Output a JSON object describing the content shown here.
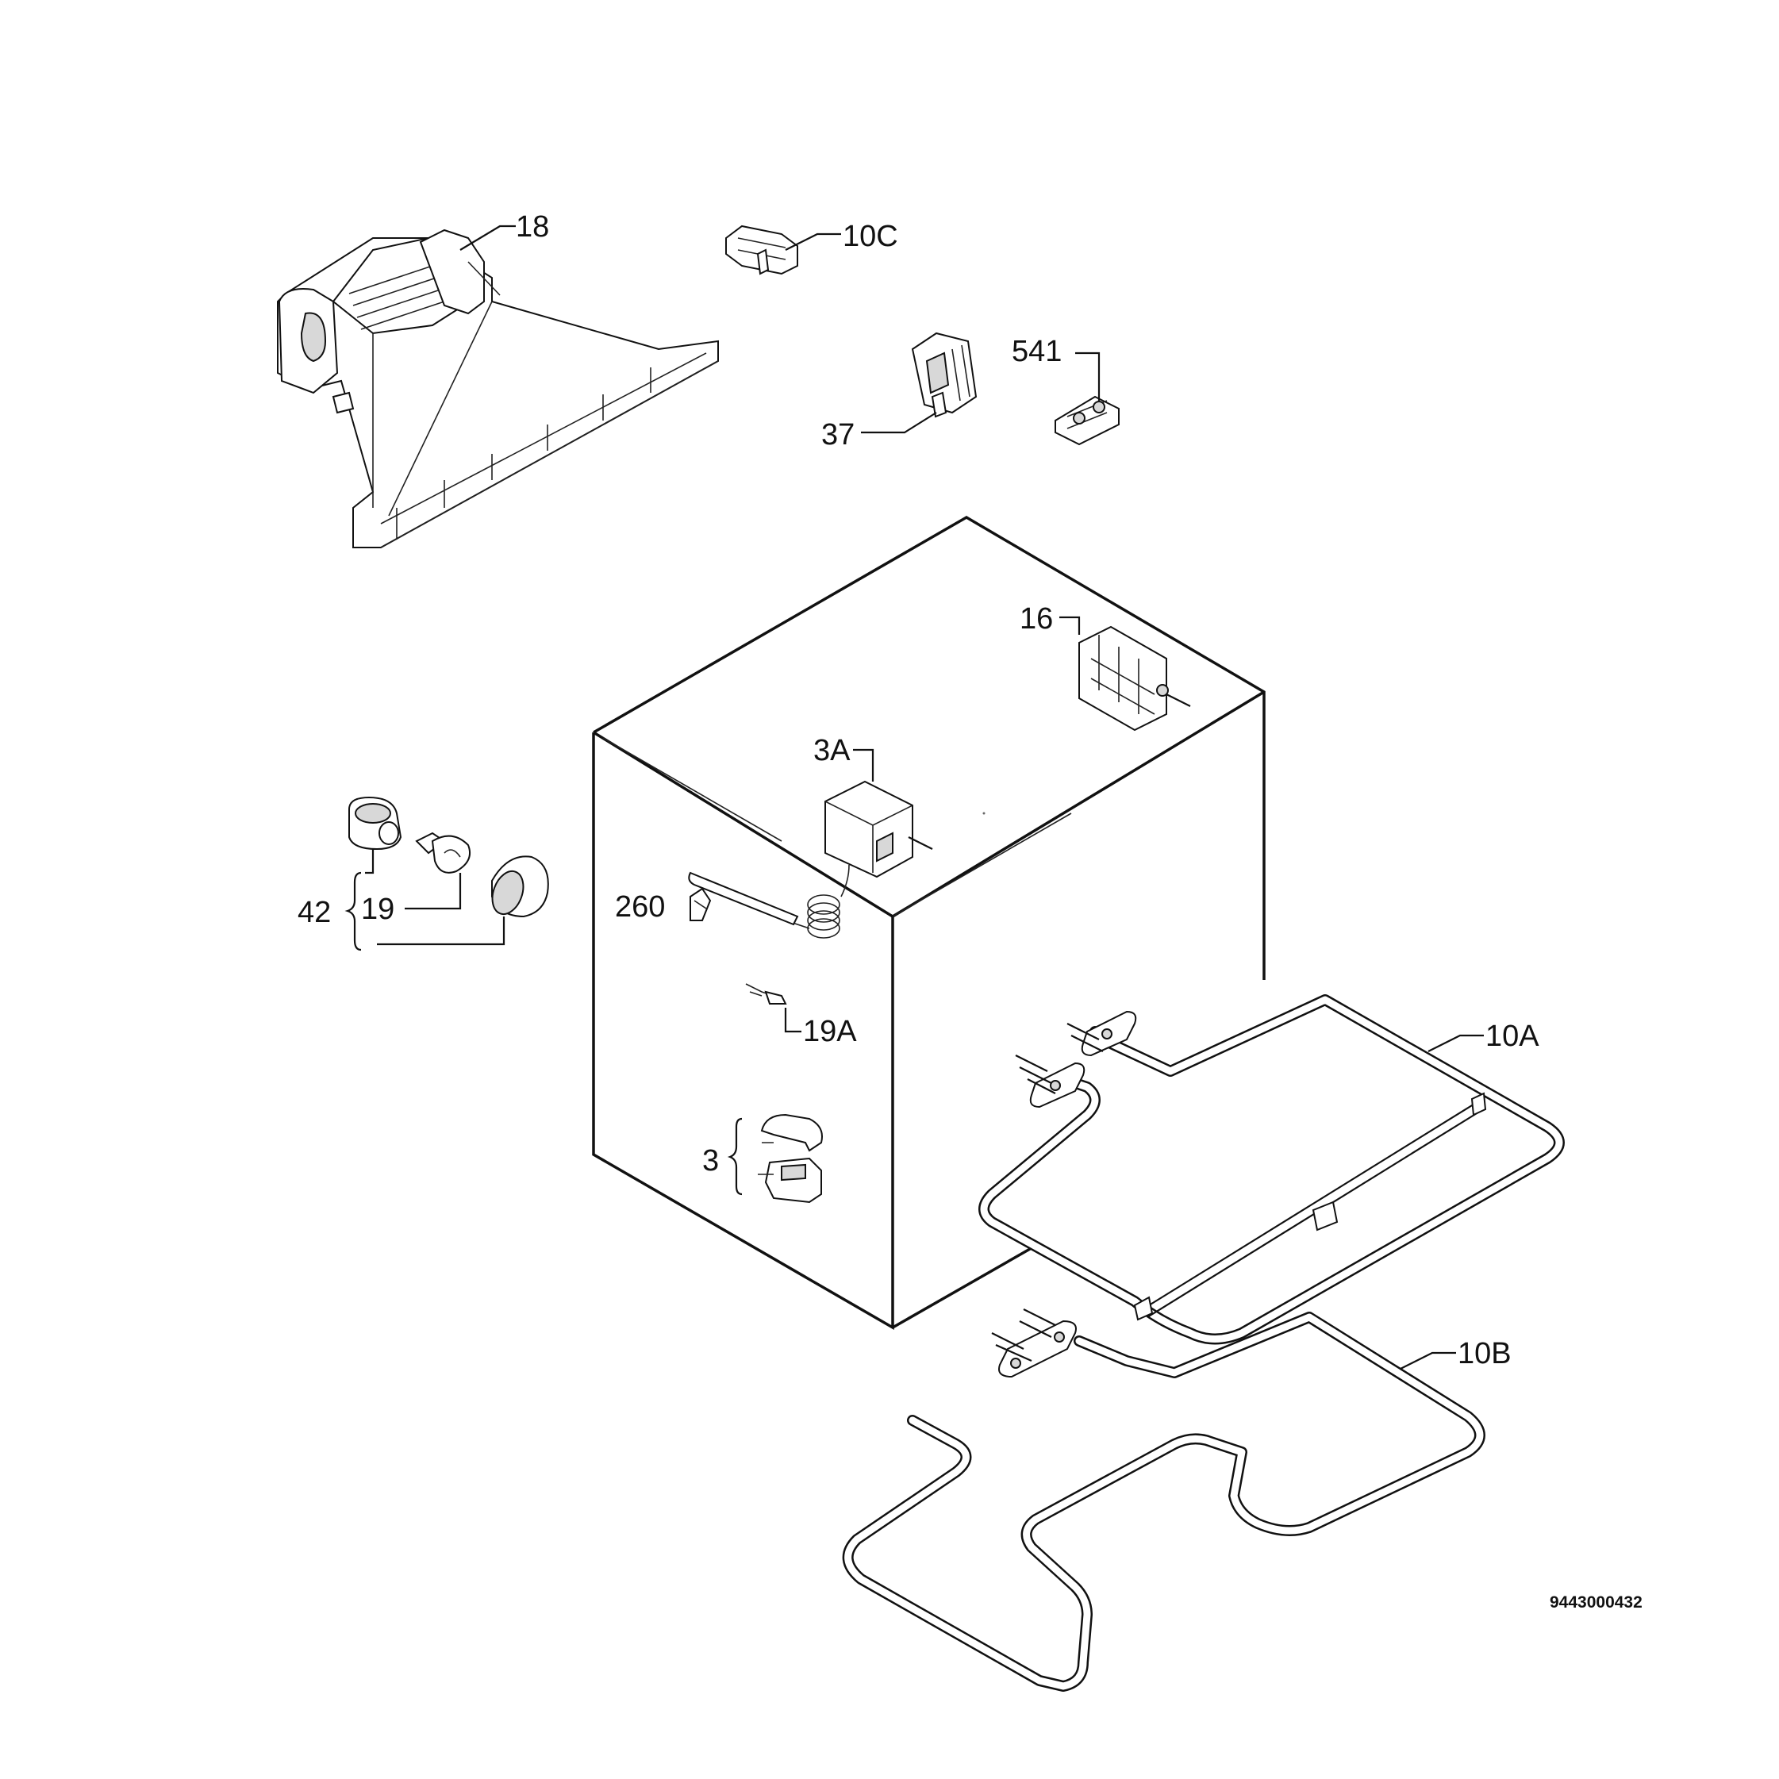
{
  "diagram": {
    "document_number": "9443000432",
    "part_labels": {
      "p18": "18",
      "p10c": "10C",
      "p541": "541",
      "p37": "37",
      "p16": "16",
      "p3a": "3A",
      "p260": "260",
      "p42": "42",
      "p19": "19",
      "p19a": "19A",
      "p10a": "10A",
      "p3": "3",
      "p10b": "10B"
    }
  }
}
